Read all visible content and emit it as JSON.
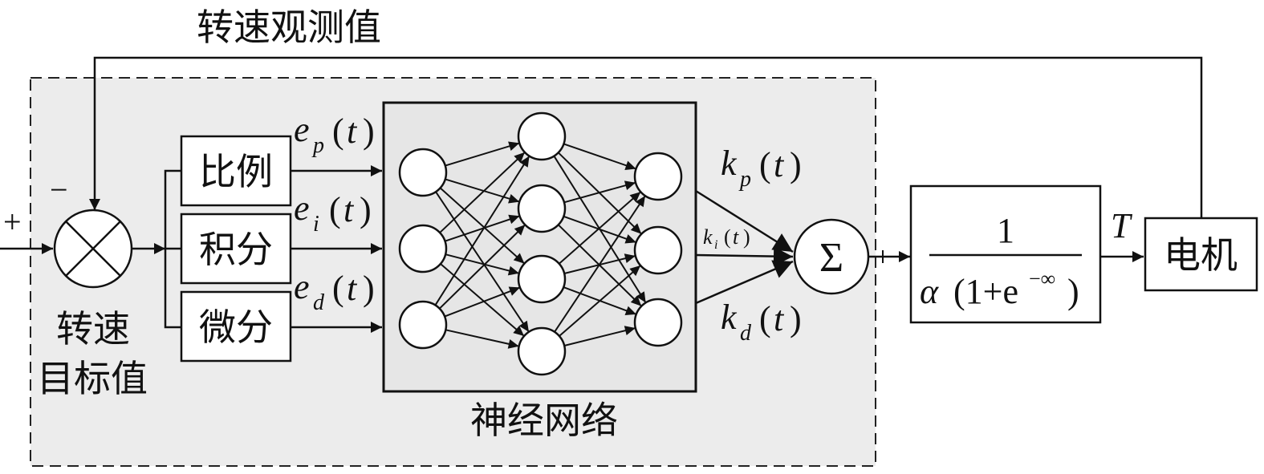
{
  "labels": {
    "speed_observed": "转速观测值",
    "speed_target_line1": "转速",
    "speed_target_line2": "目标值",
    "neural_network": "神经网络",
    "plus_sign": "+",
    "minus_sign": "−",
    "sum_symbol": "Σ",
    "torque": "T",
    "open_paren": "(",
    "close_paren": ")",
    "t": "t"
  },
  "blocks": {
    "proportional": "比例",
    "integral": "积分",
    "derivative": "微分",
    "motor": "电机"
  },
  "signals": {
    "e_base": "e",
    "ep_sub": "p",
    "ei_sub": "i",
    "ed_sub": "d",
    "k_base": "k",
    "kp_sub": "p",
    "ki_sub": "i",
    "kd_sub": "d"
  },
  "transfer_function": {
    "numerator": "1",
    "alpha": "α",
    "denominator_open": "(1+e",
    "exponent": "−∞",
    "denominator_close": ")"
  },
  "network": {
    "layers": [
      3,
      4,
      3
    ]
  },
  "colors": {
    "line": "#111111",
    "panel_bg": "#ececec",
    "node_fill": "#ffffff"
  }
}
